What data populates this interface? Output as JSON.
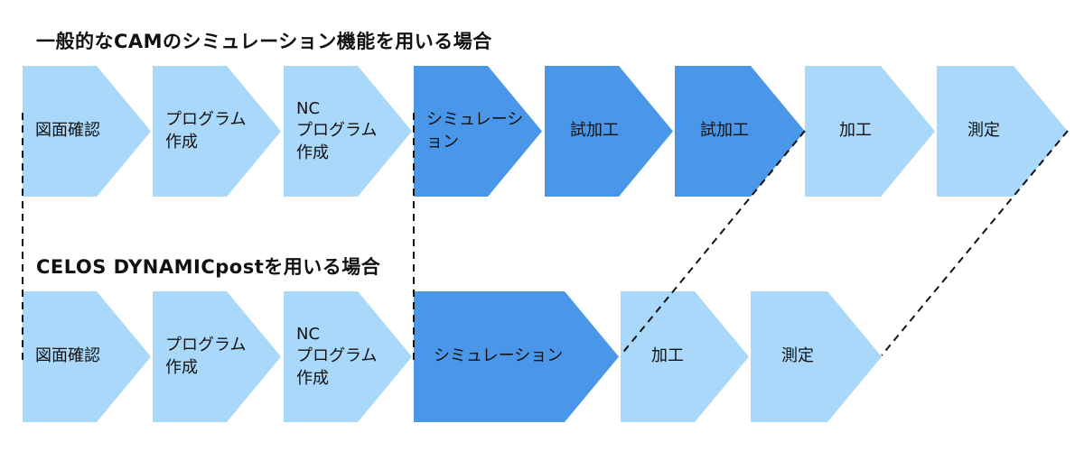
{
  "colors": {
    "light": "#a9d8fa",
    "dark": "#4a97ea",
    "text": "#111111",
    "dash": "#111111"
  },
  "top": {
    "title": "一般的なCAMのシミュレーション機能を用いる場合",
    "steps": [
      {
        "label": "図面確認",
        "tone": "light"
      },
      {
        "label": "プログラム\n作成",
        "tone": "light"
      },
      {
        "label": "NC\nプログラム\n作成",
        "tone": "light"
      },
      {
        "label": "シミュレーション",
        "tone": "dark"
      },
      {
        "label": "試加工",
        "tone": "dark"
      },
      {
        "label": "試加工",
        "tone": "dark"
      },
      {
        "label": "加工",
        "tone": "light"
      },
      {
        "label": "測定",
        "tone": "light"
      }
    ]
  },
  "bottom": {
    "title": "CELOS DYNAMICpostを用いる場合",
    "steps": [
      {
        "label": "図面確認",
        "tone": "light"
      },
      {
        "label": "プログラム\n作成",
        "tone": "light"
      },
      {
        "label": "NC\nプログラム\n作成",
        "tone": "light"
      },
      {
        "label": "シミュレーション",
        "tone": "dark"
      },
      {
        "label": "加工",
        "tone": "light"
      },
      {
        "label": "測定",
        "tone": "light"
      }
    ]
  }
}
